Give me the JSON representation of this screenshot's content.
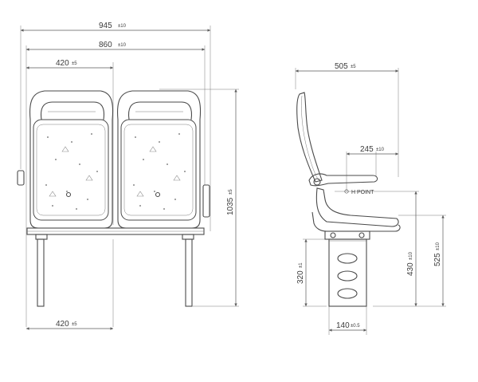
{
  "front_view": {
    "overall_width": {
      "value": "945",
      "tol": "±10"
    },
    "backrest_span": {
      "value": "860",
      "tol": "±10"
    },
    "seat_width_top": {
      "value": "420",
      "tol": "±5"
    },
    "seat_width_bottom": {
      "value": "420",
      "tol": "±5"
    },
    "overall_height": {
      "value": "1035",
      "tol": "±5"
    }
  },
  "side_view": {
    "depth": {
      "value": "505",
      "tol": "±5"
    },
    "h_point_depth": {
      "value": "245",
      "tol": "±10"
    },
    "h_point_label": "H POINT",
    "pedestal_height": {
      "value": "320",
      "tol": "±1"
    },
    "h_point_height": {
      "value": "430",
      "tol": "±10"
    },
    "seat_height": {
      "value": "525",
      "tol": "±10"
    },
    "pedestal_width": {
      "value": "140",
      "tol": "±0.5"
    }
  },
  "colors": {
    "line": "#4a4a4a",
    "dimension": "#5a5a5a",
    "background": "#ffffff"
  }
}
